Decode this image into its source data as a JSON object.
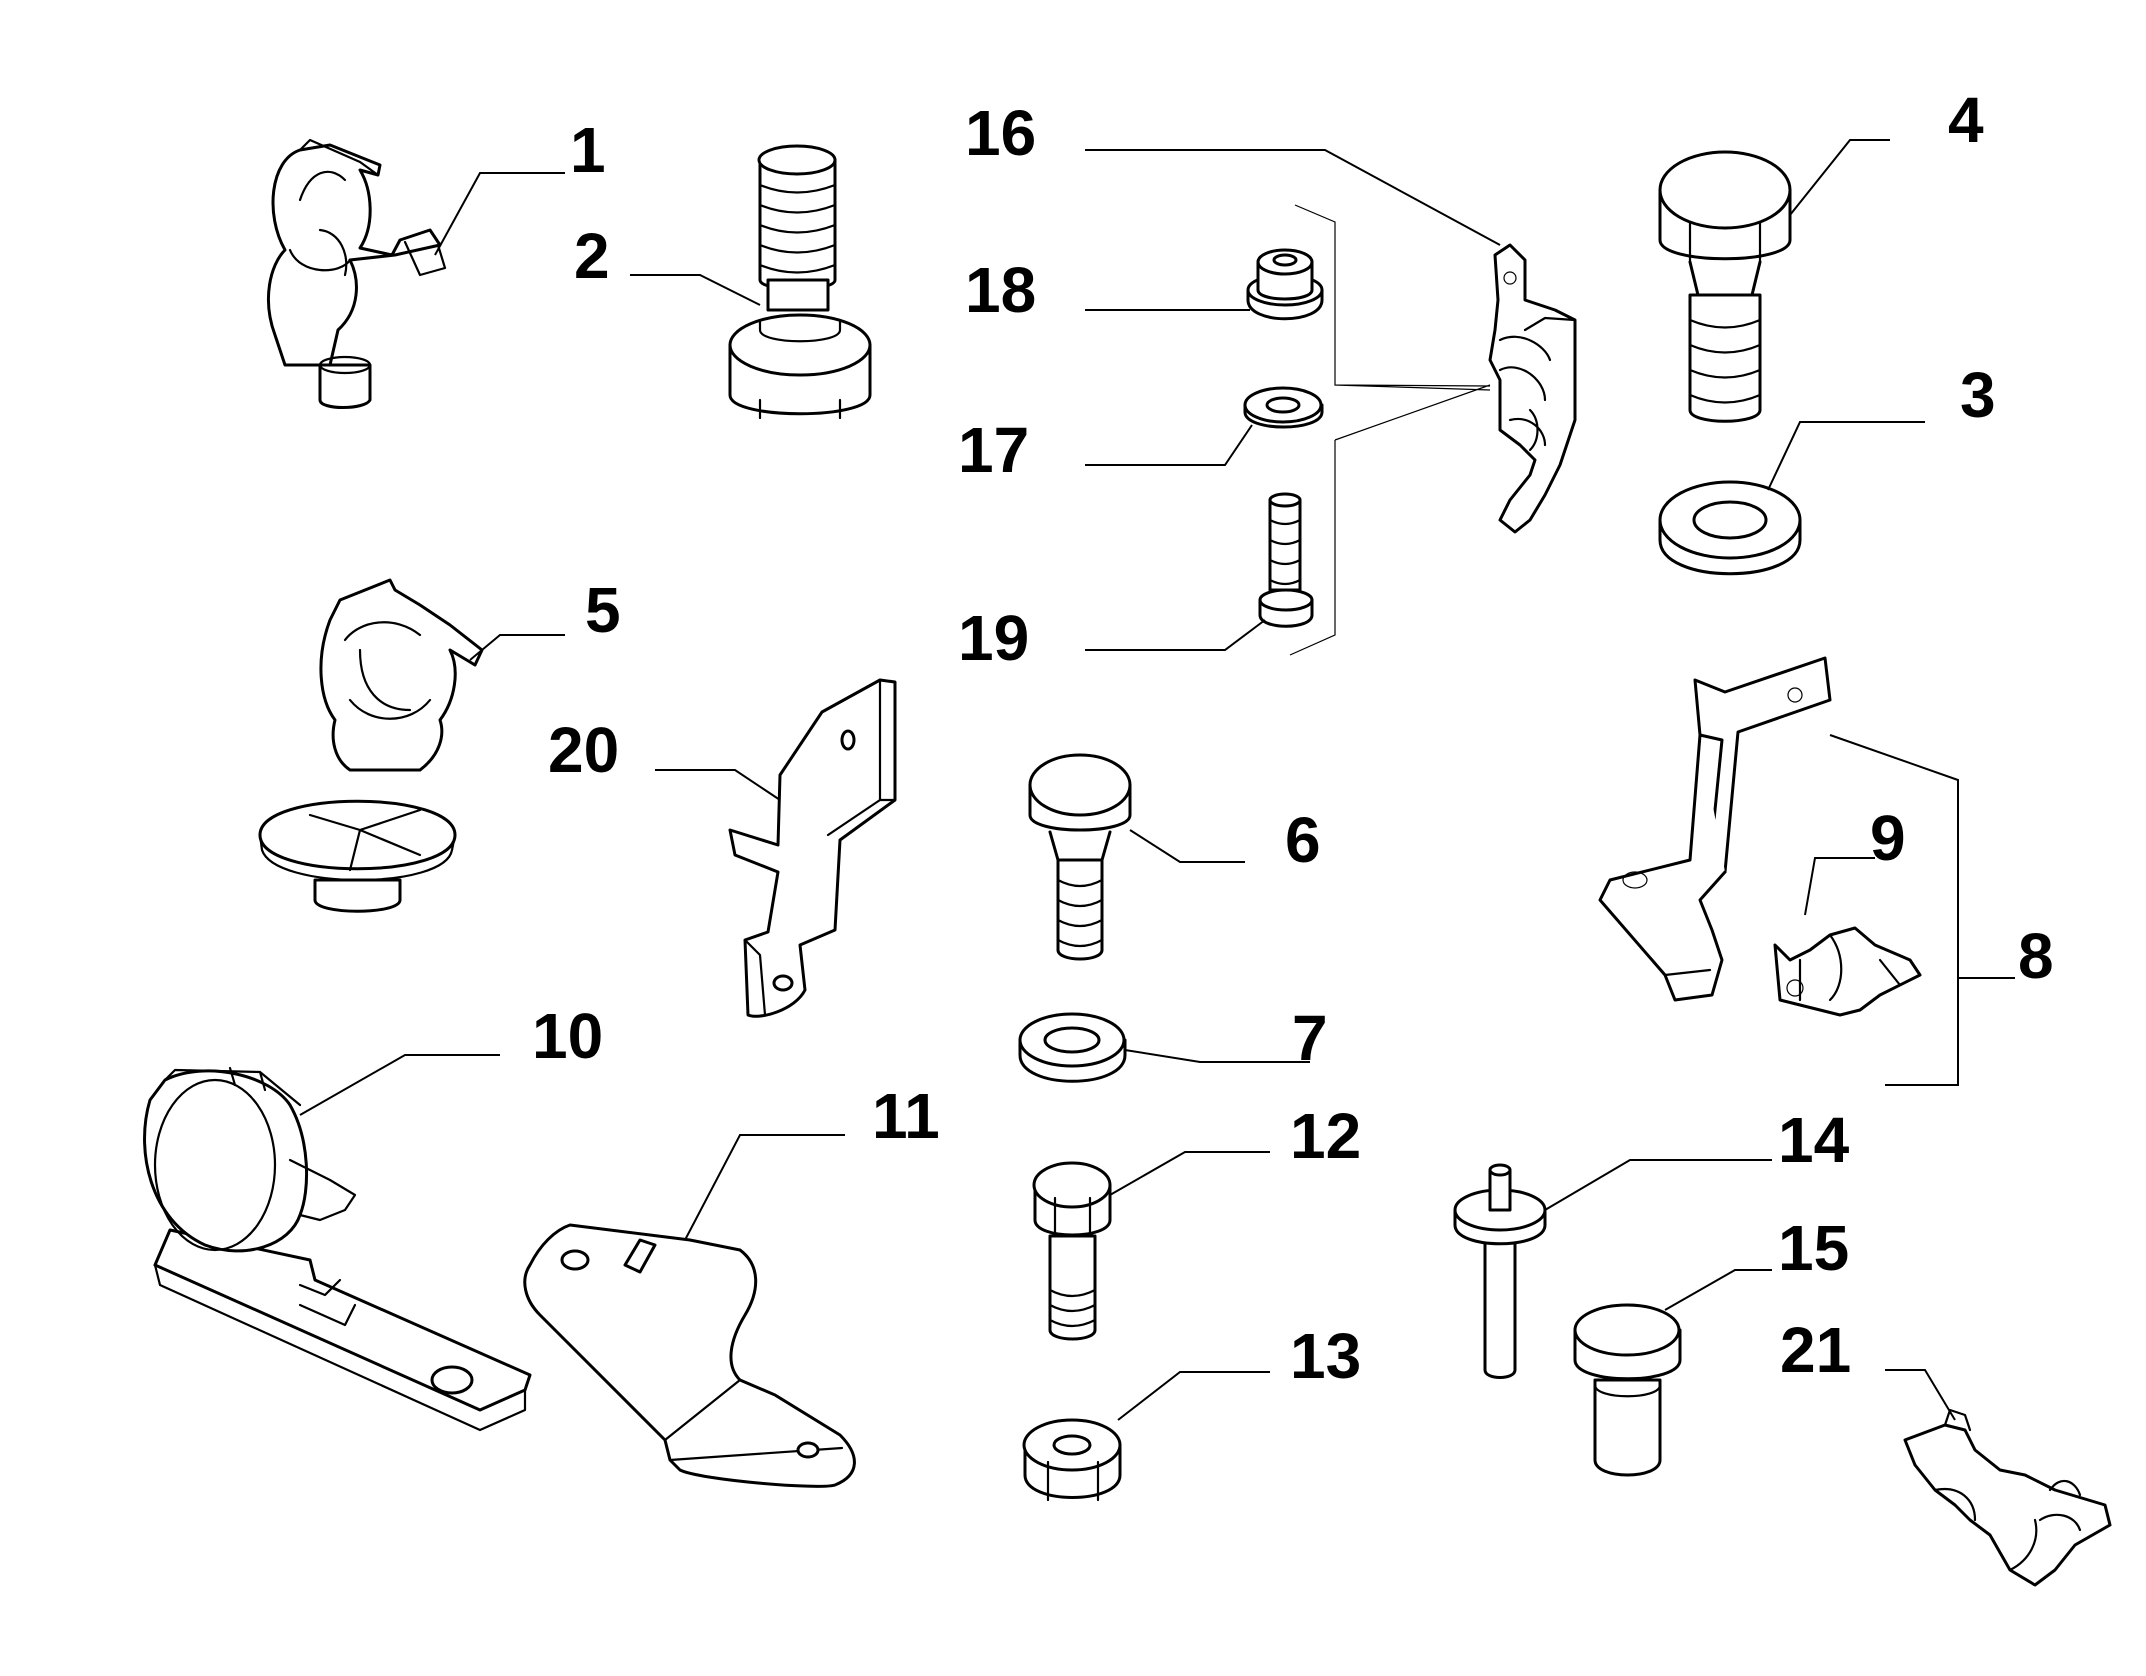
{
  "diagram": {
    "callouts": [
      {
        "id": "1",
        "text": "1"
      },
      {
        "id": "2",
        "text": "2"
      },
      {
        "id": "3",
        "text": "3"
      },
      {
        "id": "4",
        "text": "4"
      },
      {
        "id": "5",
        "text": "5"
      },
      {
        "id": "6",
        "text": "6"
      },
      {
        "id": "7",
        "text": "7"
      },
      {
        "id": "8",
        "text": "8"
      },
      {
        "id": "9",
        "text": "9"
      },
      {
        "id": "10",
        "text": "10"
      },
      {
        "id": "11",
        "text": "11"
      },
      {
        "id": "12",
        "text": "12"
      },
      {
        "id": "13",
        "text": "13"
      },
      {
        "id": "14",
        "text": "14"
      },
      {
        "id": "15",
        "text": "15"
      },
      {
        "id": "16",
        "text": "16"
      },
      {
        "id": "17",
        "text": "17"
      },
      {
        "id": "18",
        "text": "18"
      },
      {
        "id": "19",
        "text": "19"
      },
      {
        "id": "20",
        "text": "20"
      },
      {
        "id": "21",
        "text": "21"
      }
    ],
    "colors": {
      "ink": "#000000",
      "paper": "#ffffff"
    }
  }
}
